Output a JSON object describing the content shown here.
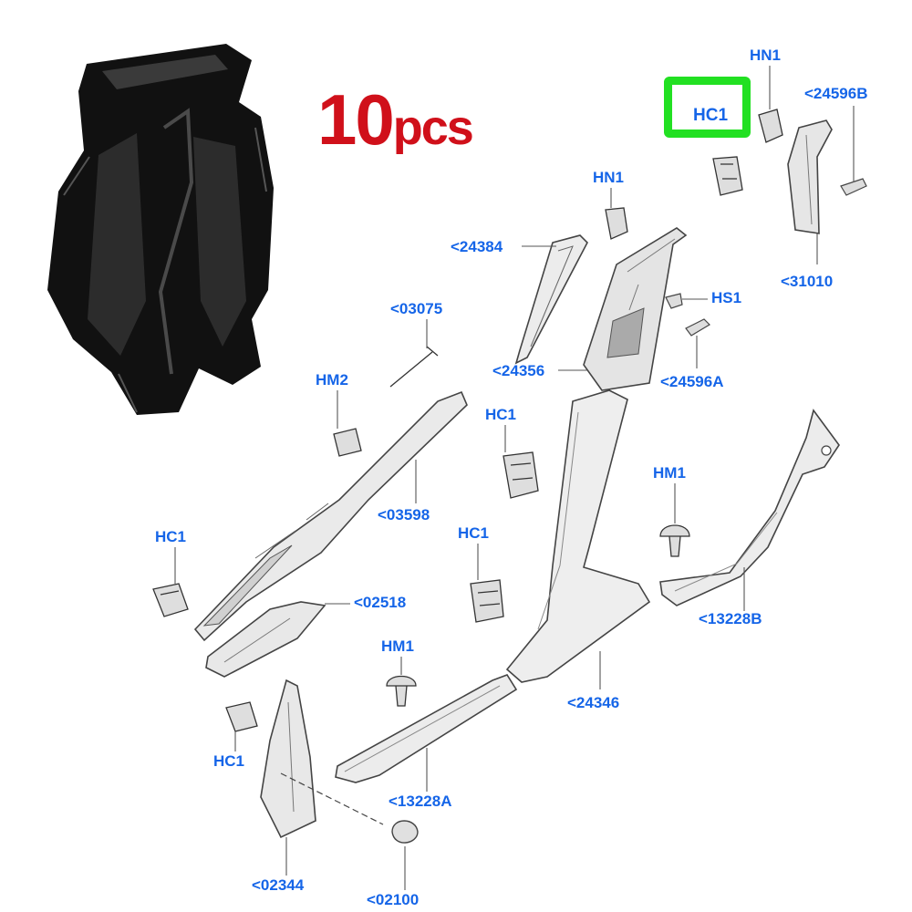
{
  "title": {
    "number": "10",
    "unit": "pcs"
  },
  "colors": {
    "title": "#d0101a",
    "label": "#1565e8",
    "highlight": "#22e022",
    "line": "#444444",
    "clip": "#111111"
  },
  "highlighted_part": "HC1",
  "callouts": [
    {
      "text": "HN1"
    },
    {
      "text": "<24596B"
    },
    {
      "text": "HN1"
    },
    {
      "text": "<24384"
    },
    {
      "text": "HS1"
    },
    {
      "text": "<31010"
    },
    {
      "text": "<03075"
    },
    {
      "text": "<24356"
    },
    {
      "text": "<24596A"
    },
    {
      "text": "HM2"
    },
    {
      "text": "HC1"
    },
    {
      "text": "HM1"
    },
    {
      "text": "<03598"
    },
    {
      "text": "HC1"
    },
    {
      "text": "HC1"
    },
    {
      "text": "<02518"
    },
    {
      "text": "<13228B"
    },
    {
      "text": "HM1"
    },
    {
      "text": "<24346"
    },
    {
      "text": "HC1"
    },
    {
      "text": "<13228A"
    },
    {
      "text": "<02344"
    },
    {
      "text": "<02100"
    }
  ]
}
